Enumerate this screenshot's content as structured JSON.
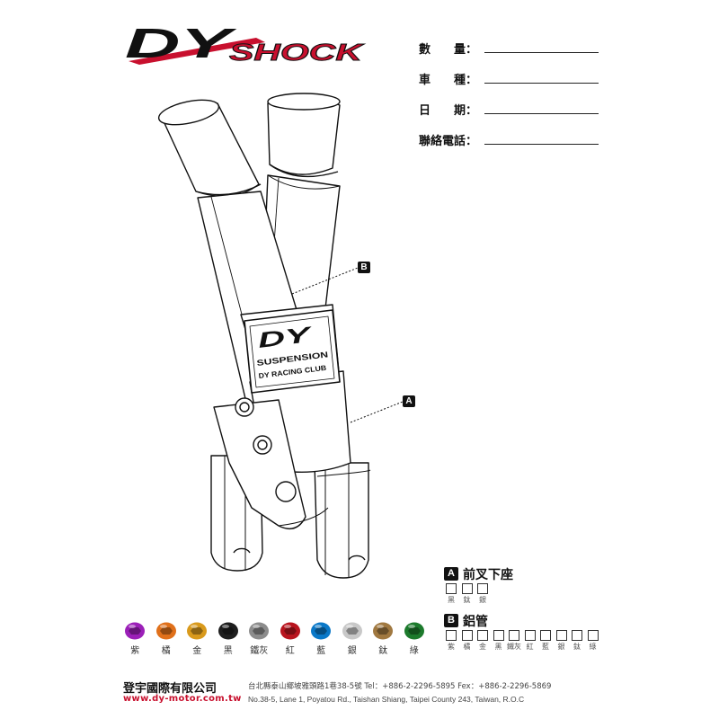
{
  "logo": {
    "dy": "DY",
    "shock": "SHOCK"
  },
  "form": [
    {
      "label": "數　　量："
    },
    {
      "label": "車　　種："
    },
    {
      "label": "日　　期："
    },
    {
      "label": "聯絡電話："
    }
  ],
  "product_plate": {
    "logo": "DY",
    "line1": "SUSPENSION",
    "line2": "DY RACING CLUB"
  },
  "callouts": {
    "a": "A",
    "b": "B"
  },
  "option_a": {
    "badge": "A",
    "title": "前叉下座",
    "choices": [
      "黑",
      "鈦",
      "銀"
    ]
  },
  "option_b": {
    "badge": "B",
    "title": "鋁管",
    "choices": [
      "紫",
      "橘",
      "金",
      "黑",
      "鐵灰",
      "紅",
      "藍",
      "銀",
      "鈦",
      "綠"
    ]
  },
  "swatches": [
    {
      "label": "紫",
      "color": "#9b1fb8"
    },
    {
      "label": "橘",
      "color": "#e0701a"
    },
    {
      "label": "金",
      "color": "#d99a1c"
    },
    {
      "label": "黑",
      "color": "#1e1e1e"
    },
    {
      "label": "鐵灰",
      "color": "#8c8c8c"
    },
    {
      "label": "紅",
      "color": "#b8141e"
    },
    {
      "label": "藍",
      "color": "#0a78c8"
    },
    {
      "label": "銀",
      "color": "#c8c8c8"
    },
    {
      "label": "鈦",
      "color": "#a07840"
    },
    {
      "label": "綠",
      "color": "#1c7a2c"
    }
  ],
  "footer": {
    "company": "登宇國際有限公司",
    "website": "www.dy-motor.com.tw",
    "address_zh": "台北縣泰山鄉坡雅頭路1巷38-5號  Tel：+886-2-2296-5895  Fex：+886-2-2296-5869",
    "address_en": "No.38-5, Lane 1, Poyatou Rd., Taishan Shiang, Taipei County 243, Taiwan, R.O.C"
  },
  "colors": {
    "brand_red": "#c8102e",
    "ink": "#111111"
  }
}
